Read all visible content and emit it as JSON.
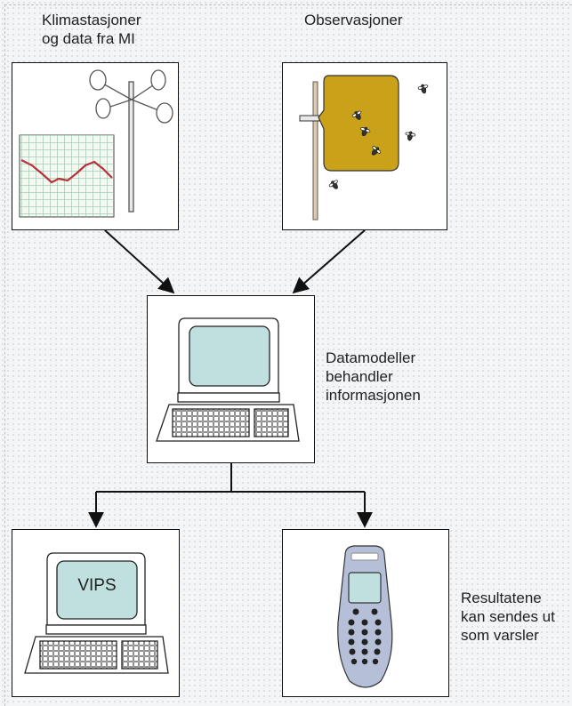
{
  "labels": {
    "climate_line1": "Klimastasjoner",
    "climate_line2": "og data fra MI",
    "observations": "Observasjoner",
    "models_line1": "Datamodeller",
    "models_line2": "behandler",
    "models_line3": "informasjonen",
    "results_line1": "Resultatene",
    "results_line2": "kan sendes ut",
    "results_line3": "som varsler"
  },
  "screen_text": "VIPS",
  "colors": {
    "screen": "#bfe0df",
    "trap": "#c9a21a",
    "chart_line": "#b8323a",
    "grid": "#7fb8a8",
    "phone_body": "#b6bfd8"
  }
}
